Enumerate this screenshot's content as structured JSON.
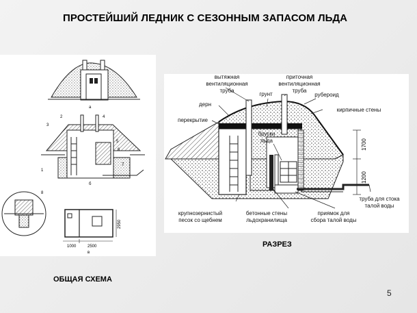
{
  "title": "ПРОСТЕЙШИЙ ЛЕДНИК С СЕЗОННЫМ ЗАПАСОМ ЛЬДА",
  "left": {
    "caption": "ОБЩАЯ СХЕМА",
    "fig_a": "а",
    "fig_b": "б",
    "fig_v": "в",
    "num_1": "1",
    "num_2": "2",
    "num_3": "3",
    "num_4": "4",
    "num_5": "5",
    "num_6": "6",
    "num_7": "7",
    "num_8": "8",
    "dim_1000": "1000",
    "dim_2500": "2500",
    "dim_2950": "2950"
  },
  "right": {
    "caption": "РАЗРЕЗ",
    "lbl_vytyazhnaya_1": "вытяжная",
    "lbl_vytyazhnaya_2": "вентиляционная",
    "lbl_vytyazhnaya_3": "труба",
    "lbl_pritochnaya_1": "приточная",
    "lbl_pritochnaya_2": "вентиляционная",
    "lbl_pritochnaya_3": "труба",
    "lbl_grunt": "грунт",
    "lbl_ruberoid": "рубероид",
    "lbl_dern": "дерн",
    "lbl_perekrytie": "перекрытие",
    "lbl_kirpich": "кирпичные стены",
    "lbl_bruski_1": "бруски",
    "lbl_bruski_2": "льда",
    "lbl_pesok_1": "крупнозернистый",
    "lbl_pesok_2": "песок со щебнем",
    "lbl_beton_1": "бетонные стены",
    "lbl_beton_2": "льдохранилища",
    "lbl_priyamok_1": "приямок для",
    "lbl_priyamok_2": "сбора талой воды",
    "lbl_truba_1": "труба для стока",
    "lbl_truba_2": "талой воды",
    "dim_1700": "1700",
    "dim_1200": "1200"
  },
  "page_number": "5"
}
